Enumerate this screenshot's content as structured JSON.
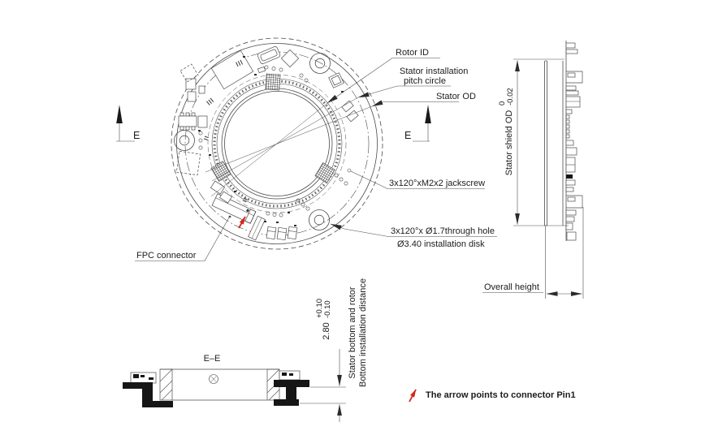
{
  "colors": {
    "line": "#4b4b4b",
    "text": "#1c1c1c",
    "red": "#d2251c",
    "bg": "#ffffff"
  },
  "top_view": {
    "labels": {
      "rotor_id": "Rotor ID",
      "pitch_circle_line1": "Stator installation",
      "pitch_circle_line2": "pitch circle",
      "stator_od": "Stator OD",
      "jackscrew": "3x120°xM2x2 jackscrew",
      "through_hole": "3x120°x Ø1.7through hole",
      "installation_disk": "Ø3.40 installation disk",
      "fpc_connector": "FPC connector",
      "section_marker": "E"
    }
  },
  "side_view": {
    "shield_od_label": "Stator shield OD",
    "shield_od_tol_upper": "0",
    "shield_od_tol_lower": "-0.02",
    "overall_height_label": "Overall height"
  },
  "section_view": {
    "title": "E–E",
    "distance_value": "2.80",
    "distance_tol_upper": "+0.10",
    "distance_tol_lower": "-0.10",
    "note_line1": "Stator bottom and rotor",
    "note_line2": "Bottom installation distance"
  },
  "footnote": {
    "pin1_note": "The arrow points to connector Pin1"
  }
}
